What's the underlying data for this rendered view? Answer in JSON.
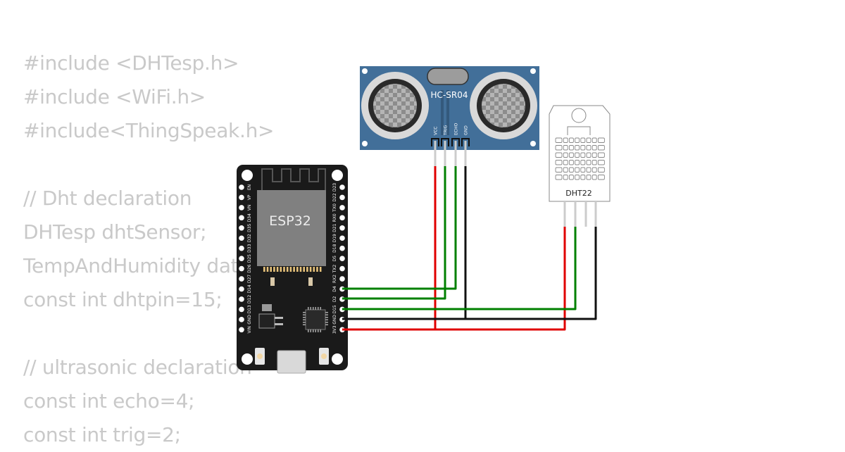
{
  "code_lines": [
    "#include <DHTesp.h>",
    "#include <WiFi.h>",
    "#include<ThingSpeak.h>",
    "",
    "// Dht declaration",
    "DHTesp dhtSensor;",
    "TempAndHumidity data;",
    "const int dhtpin=15;",
    "",
    "// ultrasonic declaration",
    "const int echo=4;",
    "const int trig=2;"
  ],
  "components": {
    "esp32": {
      "label": "ESP32",
      "left_pins": [
        "EN",
        "VP",
        "VN",
        "D34",
        "D35",
        "D32",
        "D33",
        "D25",
        "D26",
        "D27",
        "D14",
        "D12",
        "D13",
        "GND",
        "VIN"
      ],
      "right_pins": [
        "D23",
        "D22",
        "TX0",
        "RX0",
        "D21",
        "D19",
        "D18",
        "D5",
        "TX2",
        "RX2",
        "D4",
        "D2",
        "D15",
        "GND",
        "3V3"
      ]
    },
    "hcsr04": {
      "label": "HC-SR04",
      "pins": [
        "VCC",
        "TRIG",
        "ECHO",
        "GND"
      ]
    },
    "dht22": {
      "label": "DHT22"
    }
  },
  "colors": {
    "code_text": "#c9c9c9",
    "wire_red": "#e00000",
    "wire_green": "#008000",
    "wire_black": "#111111",
    "esp32_board": "#1a1a1a",
    "esp32_chip": "#808080",
    "hcsr04_board": "#426f99",
    "dht22_body": "#ffffff"
  }
}
